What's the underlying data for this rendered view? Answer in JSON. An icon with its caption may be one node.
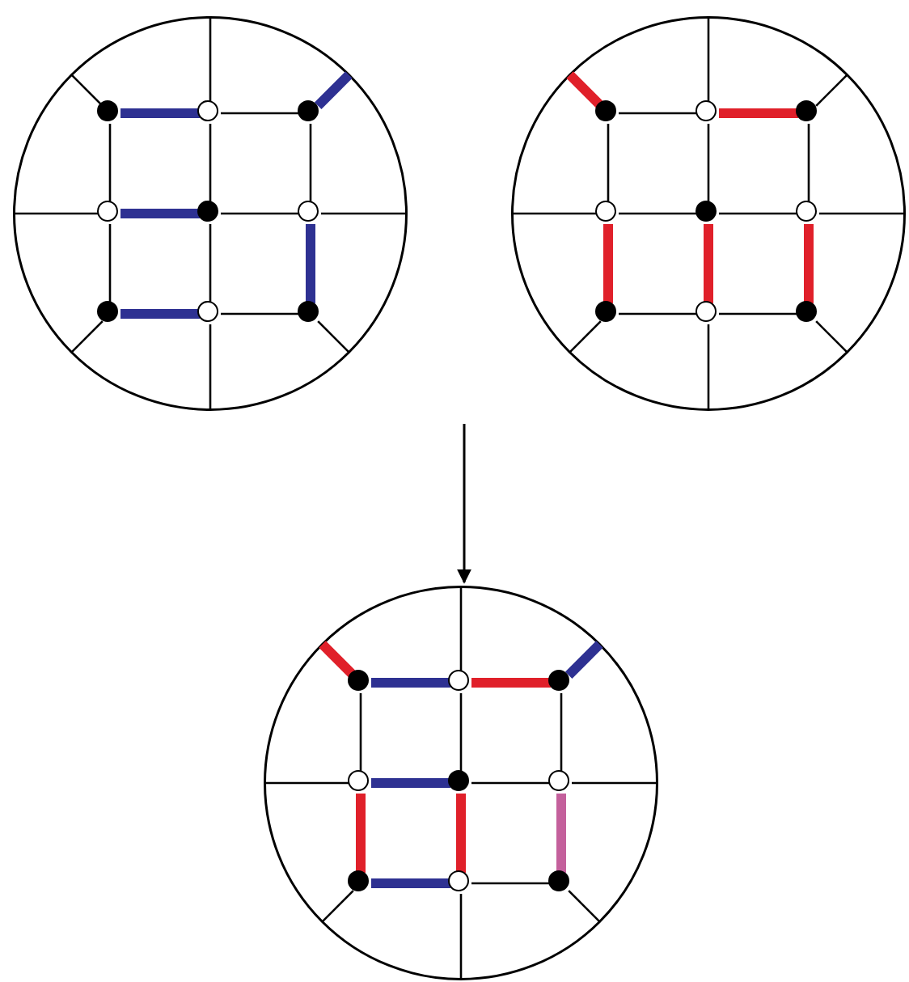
{
  "diagram": {
    "nodes": [
      {
        "text": [],
        "shape": "circle"
      },
      {
        "text": [],
        "shape": "circle",
        "in": 0
      },
      {
        "text": [],
        "shape": "circle",
        "in": 0
      },
      {
        "text": [],
        "shape": "circle",
        "in": 0
      },
      {
        "text": [],
        "shape": "circle",
        "in": 0
      },
      {
        "text": [],
        "shape": "circle",
        "in": 0
      },
      {
        "text": [],
        "shape": "circle",
        "in": 0
      },
      {
        "text": [],
        "shape": "circle",
        "in": 0
      },
      {
        "text": [],
        "shape": "circle",
        "in": 0
      },
      {
        "text": [],
        "shape": "circle",
        "in": 0
      },
      {
        "text": [],
        "shape": "circle"
      },
      {
        "text": [],
        "shape": "circle",
        "in": 10
      },
      {
        "text": [],
        "shape": "circle",
        "in": 10
      },
      {
        "text": [],
        "shape": "circle",
        "in": 10
      },
      {
        "text": [],
        "shape": "circle",
        "in": 10
      },
      {
        "text": [],
        "shape": "circle",
        "in": 10
      },
      {
        "text": [],
        "shape": "circle",
        "in": 10
      },
      {
        "text": [],
        "shape": "circle",
        "in": 10
      },
      {
        "text": [],
        "shape": "circle",
        "in": 10
      },
      {
        "text": [],
        "shape": "circle",
        "in": 10
      },
      {
        "text": [],
        "shape": "circle"
      },
      {
        "text": [],
        "shape": "circle",
        "in": 20
      },
      {
        "text": [],
        "shape": "circle",
        "in": 20
      },
      {
        "text": [],
        "shape": "circle",
        "in": 20
      },
      {
        "text": [],
        "shape": "circle",
        "in": 20
      },
      {
        "text": [],
        "shape": "circle",
        "in": 20
      },
      {
        "text": [],
        "shape": "circle",
        "in": 20
      },
      {
        "text": [],
        "shape": "circle",
        "in": 20
      },
      {
        "text": [],
        "shape": "circle",
        "in": 20
      },
      {
        "text": [],
        "shape": "circle",
        "in": 20
      }
    ],
    "edges": [
      {
        "from": 1,
        "to": 2,
        "arrow": "none",
        "style": "thick",
        "color": "#2e3192"
      },
      {
        "from": 2,
        "to": 3,
        "arrow": "none"
      },
      {
        "from": 4,
        "to": 5,
        "arrow": "none",
        "style": "thick",
        "color": "#2e3192"
      },
      {
        "from": 5,
        "to": 6,
        "arrow": "none"
      },
      {
        "from": 7,
        "to": 8,
        "arrow": "none",
        "style": "thick",
        "color": "#2e3192"
      },
      {
        "from": 8,
        "to": 9,
        "arrow": "none"
      },
      {
        "from": 1,
        "to": 4,
        "arrow": "none"
      },
      {
        "from": 4,
        "to": 7,
        "arrow": "none"
      },
      {
        "from": 2,
        "to": 5,
        "arrow": "none"
      },
      {
        "from": 5,
        "to": 8,
        "arrow": "none"
      },
      {
        "from": 3,
        "to": 6,
        "arrow": "none"
      },
      {
        "from": 6,
        "to": 9,
        "arrow": "none",
        "style": "thick",
        "color": "#2e3192"
      },
      {
        "from": 1,
        "to": 0,
        "arrow": "none"
      },
      {
        "from": 2,
        "to": 0,
        "arrow": "none"
      },
      {
        "from": 3,
        "to": 0,
        "arrow": "none",
        "style": "thick",
        "color": "#2e3192"
      },
      {
        "from": 4,
        "to": 0,
        "arrow": "none"
      },
      {
        "from": 6,
        "to": 0,
        "arrow": "none"
      },
      {
        "from": 7,
        "to": 0,
        "arrow": "none"
      },
      {
        "from": 8,
        "to": 0,
        "arrow": "none"
      },
      {
        "from": 9,
        "to": 0,
        "arrow": "none"
      },
      {
        "from": 11,
        "to": 12,
        "arrow": "none"
      },
      {
        "from": 12,
        "to": 13,
        "arrow": "none",
        "style": "thick",
        "color": "#e0202a"
      },
      {
        "from": 14,
        "to": 15,
        "arrow": "none"
      },
      {
        "from": 15,
        "to": 16,
        "arrow": "none"
      },
      {
        "from": 17,
        "to": 18,
        "arrow": "none"
      },
      {
        "from": 18,
        "to": 19,
        "arrow": "none"
      },
      {
        "from": 11,
        "to": 14,
        "arrow": "none"
      },
      {
        "from": 14,
        "to": 17,
        "arrow": "none",
        "style": "thick",
        "color": "#e0202a"
      },
      {
        "from": 12,
        "to": 15,
        "arrow": "none"
      },
      {
        "from": 15,
        "to": 18,
        "arrow": "none",
        "style": "thick",
        "color": "#e0202a"
      },
      {
        "from": 13,
        "to": 16,
        "arrow": "none"
      },
      {
        "from": 16,
        "to": 19,
        "arrow": "none",
        "style": "thick",
        "color": "#e0202a"
      },
      {
        "from": 11,
        "to": 10,
        "arrow": "none",
        "style": "thick",
        "color": "#e0202a"
      },
      {
        "from": 12,
        "to": 10,
        "arrow": "none"
      },
      {
        "from": 13,
        "to": 10,
        "arrow": "none"
      },
      {
        "from": 14,
        "to": 10,
        "arrow": "none"
      },
      {
        "from": 16,
        "to": 10,
        "arrow": "none"
      },
      {
        "from": 17,
        "to": 10,
        "arrow": "none"
      },
      {
        "from": 18,
        "to": 10,
        "arrow": "none"
      },
      {
        "from": 19,
        "to": 10,
        "arrow": "none"
      },
      {
        "from": 21,
        "to": 22,
        "arrow": "none",
        "style": "thick",
        "color": "#2e3192"
      },
      {
        "from": 22,
        "to": 23,
        "arrow": "none",
        "style": "thick",
        "color": "#e0202a"
      },
      {
        "from": 24,
        "to": 25,
        "arrow": "none",
        "style": "thick",
        "color": "#2e3192"
      },
      {
        "from": 25,
        "to": 26,
        "arrow": "none"
      },
      {
        "from": 27,
        "to": 28,
        "arrow": "none",
        "style": "thick",
        "color": "#2e3192"
      },
      {
        "from": 28,
        "to": 29,
        "arrow": "none"
      },
      {
        "from": 21,
        "to": 24,
        "arrow": "none"
      },
      {
        "from": 24,
        "to": 27,
        "arrow": "none",
        "style": "thick",
        "color": "#e0202a"
      },
      {
        "from": 22,
        "to": 25,
        "arrow": "none"
      },
      {
        "from": 25,
        "to": 28,
        "arrow": "none",
        "style": "thick",
        "color": "#e0202a"
      },
      {
        "from": 23,
        "to": 26,
        "arrow": "none"
      },
      {
        "from": 26,
        "to": 29,
        "arrow": "none",
        "style": "thick",
        "color": "#c4609c"
      },
      {
        "from": 21,
        "to": 20,
        "arrow": "none",
        "style": "thick",
        "color": "#e0202a"
      },
      {
        "from": 22,
        "to": 20,
        "arrow": "none"
      },
      {
        "from": 23,
        "to": 20,
        "arrow": "none",
        "style": "thick",
        "color": "#2e3192"
      },
      {
        "from": 24,
        "to": 20,
        "arrow": "none"
      },
      {
        "from": 26,
        "to": 20,
        "arrow": "none"
      },
      {
        "from": 27,
        "to": 20,
        "arrow": "none"
      },
      {
        "from": 28,
        "to": 20,
        "arrow": "none"
      },
      {
        "from": 29,
        "to": 20,
        "arrow": "none"
      },
      {
        "from": null,
        "to": 20,
        "arrow": "to"
      }
    ]
  }
}
